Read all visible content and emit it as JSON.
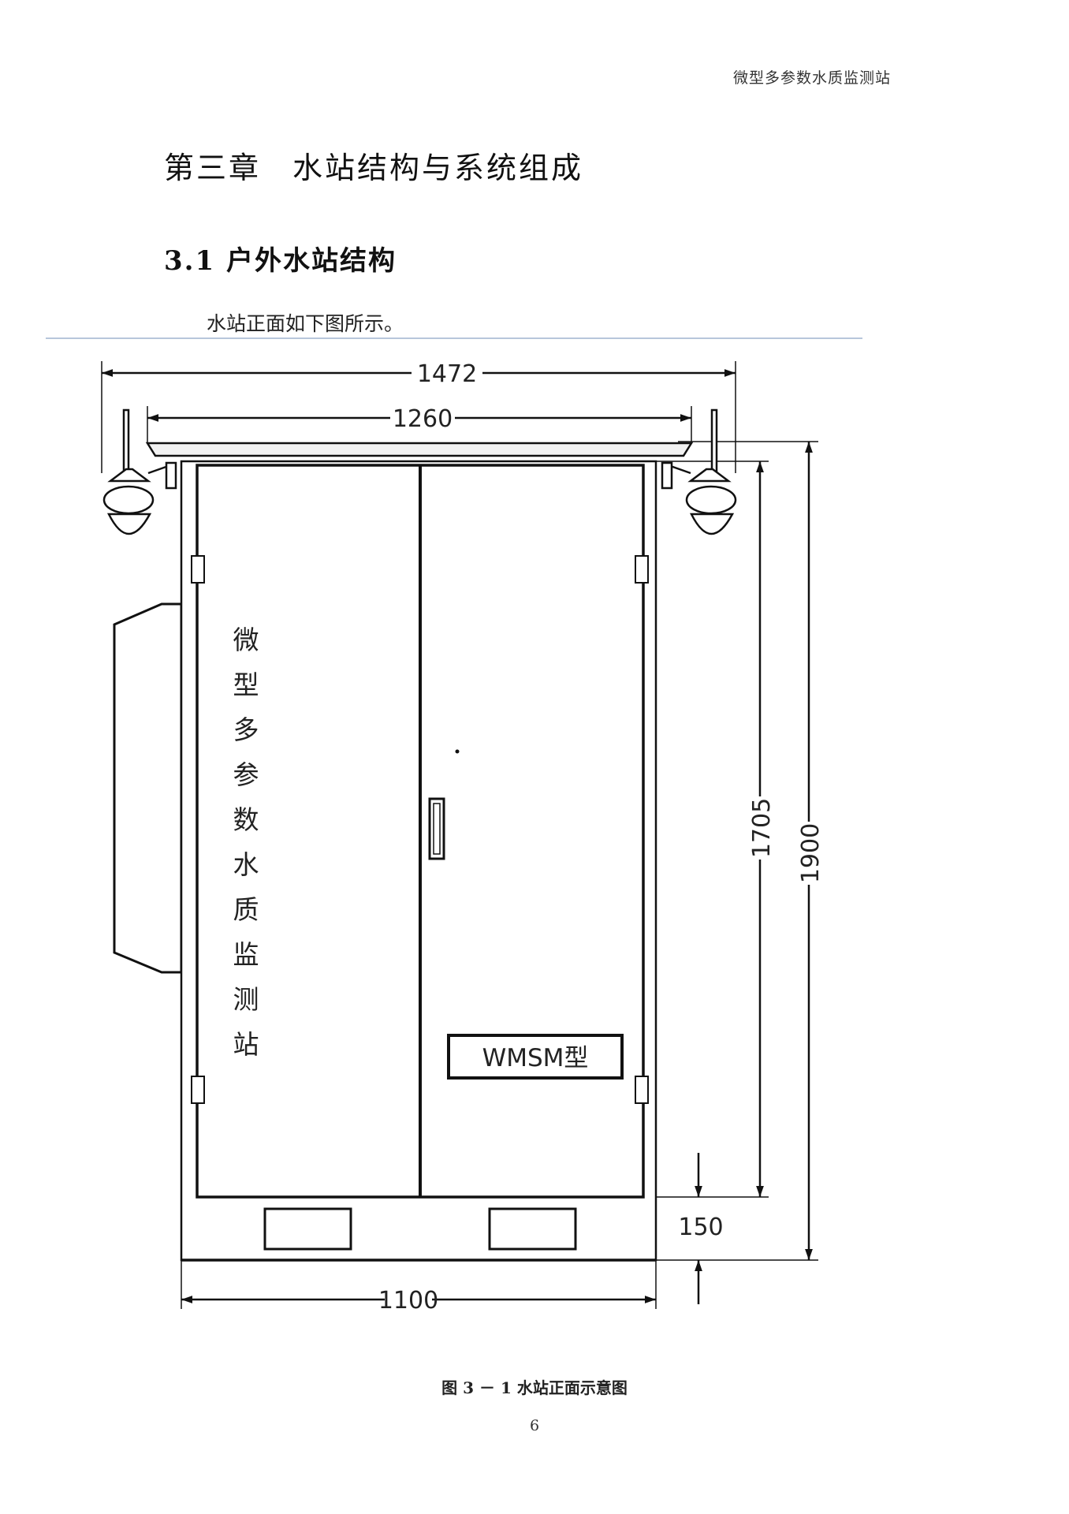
{
  "header": {
    "title": "微型多参数水质监测站"
  },
  "chapter": {
    "number": "第三章",
    "title": "水站结构与系统组成"
  },
  "section": {
    "number": "3.1",
    "title": "户外水站结构"
  },
  "intro": "水站正面如下图所示。",
  "diagram": {
    "side_label_chars": [
      "微",
      "型",
      "多",
      "参",
      "数",
      "水",
      "质",
      "监",
      "测",
      "站"
    ],
    "model_label": "WMSM型",
    "dimensions": {
      "total_width": "1472",
      "roof_width": "1260",
      "cabinet_width": "1100",
      "body_height": "1705",
      "total_height": "1900",
      "base_height": "150"
    }
  },
  "caption": "图 3 － 1 水站正面示意图",
  "page_number": "6"
}
